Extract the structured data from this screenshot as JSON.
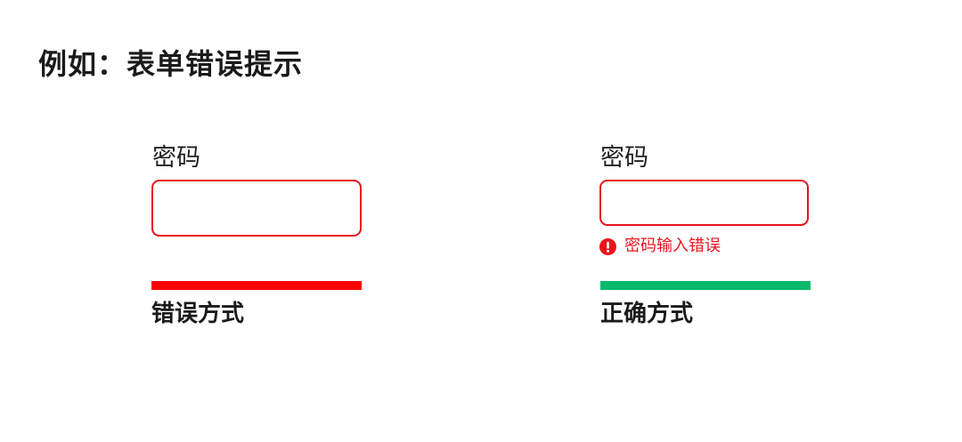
{
  "page": {
    "title": "例如：表单错误提示"
  },
  "colors": {
    "error_red": "#e8141b",
    "wrong_bar": "#ff0000",
    "correct_bar": "#07b96a",
    "text": "#1a1a1a"
  },
  "examples": {
    "wrong": {
      "field_label": "密码",
      "input_value": "",
      "bar_color": "#ff0000",
      "verdict": "错误方式"
    },
    "right": {
      "field_label": "密码",
      "input_value": "",
      "error_icon": "exclamation-circle-icon",
      "error_message": "密码输入错误",
      "bar_color": "#07b96a",
      "verdict": "正确方式"
    }
  }
}
